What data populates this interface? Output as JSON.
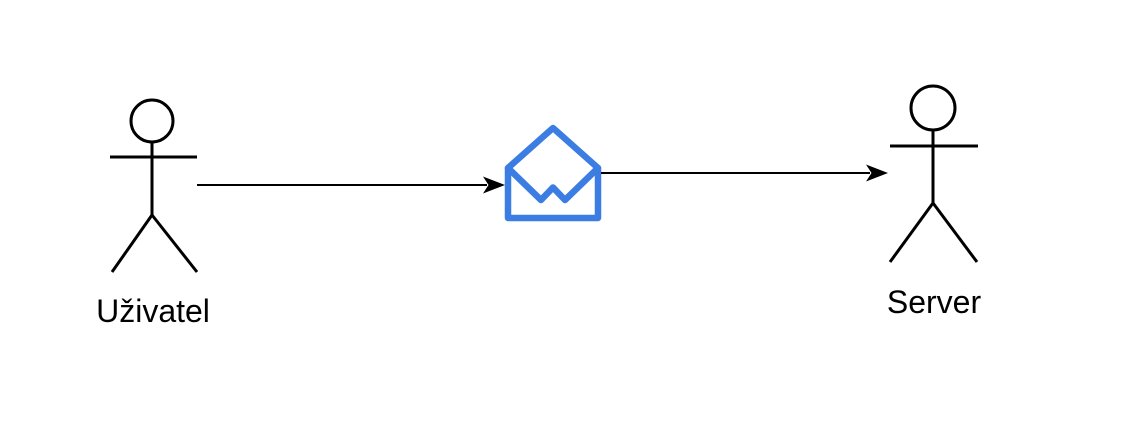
{
  "diagram": {
    "background_color": "#ffffff",
    "line_color": "#000000",
    "accent_color": "#3B7DE2",
    "nodes": {
      "user": {
        "label": "Uživatel",
        "shape": "stick-figure"
      },
      "envelope": {
        "shape": "open-envelope-icon",
        "color": "#3B7DE2"
      },
      "server": {
        "label": "Server",
        "shape": "stick-figure"
      }
    },
    "edges": [
      {
        "from": "user",
        "to": "envelope",
        "direction": "right"
      },
      {
        "from": "envelope",
        "to": "server",
        "direction": "right"
      }
    ]
  }
}
